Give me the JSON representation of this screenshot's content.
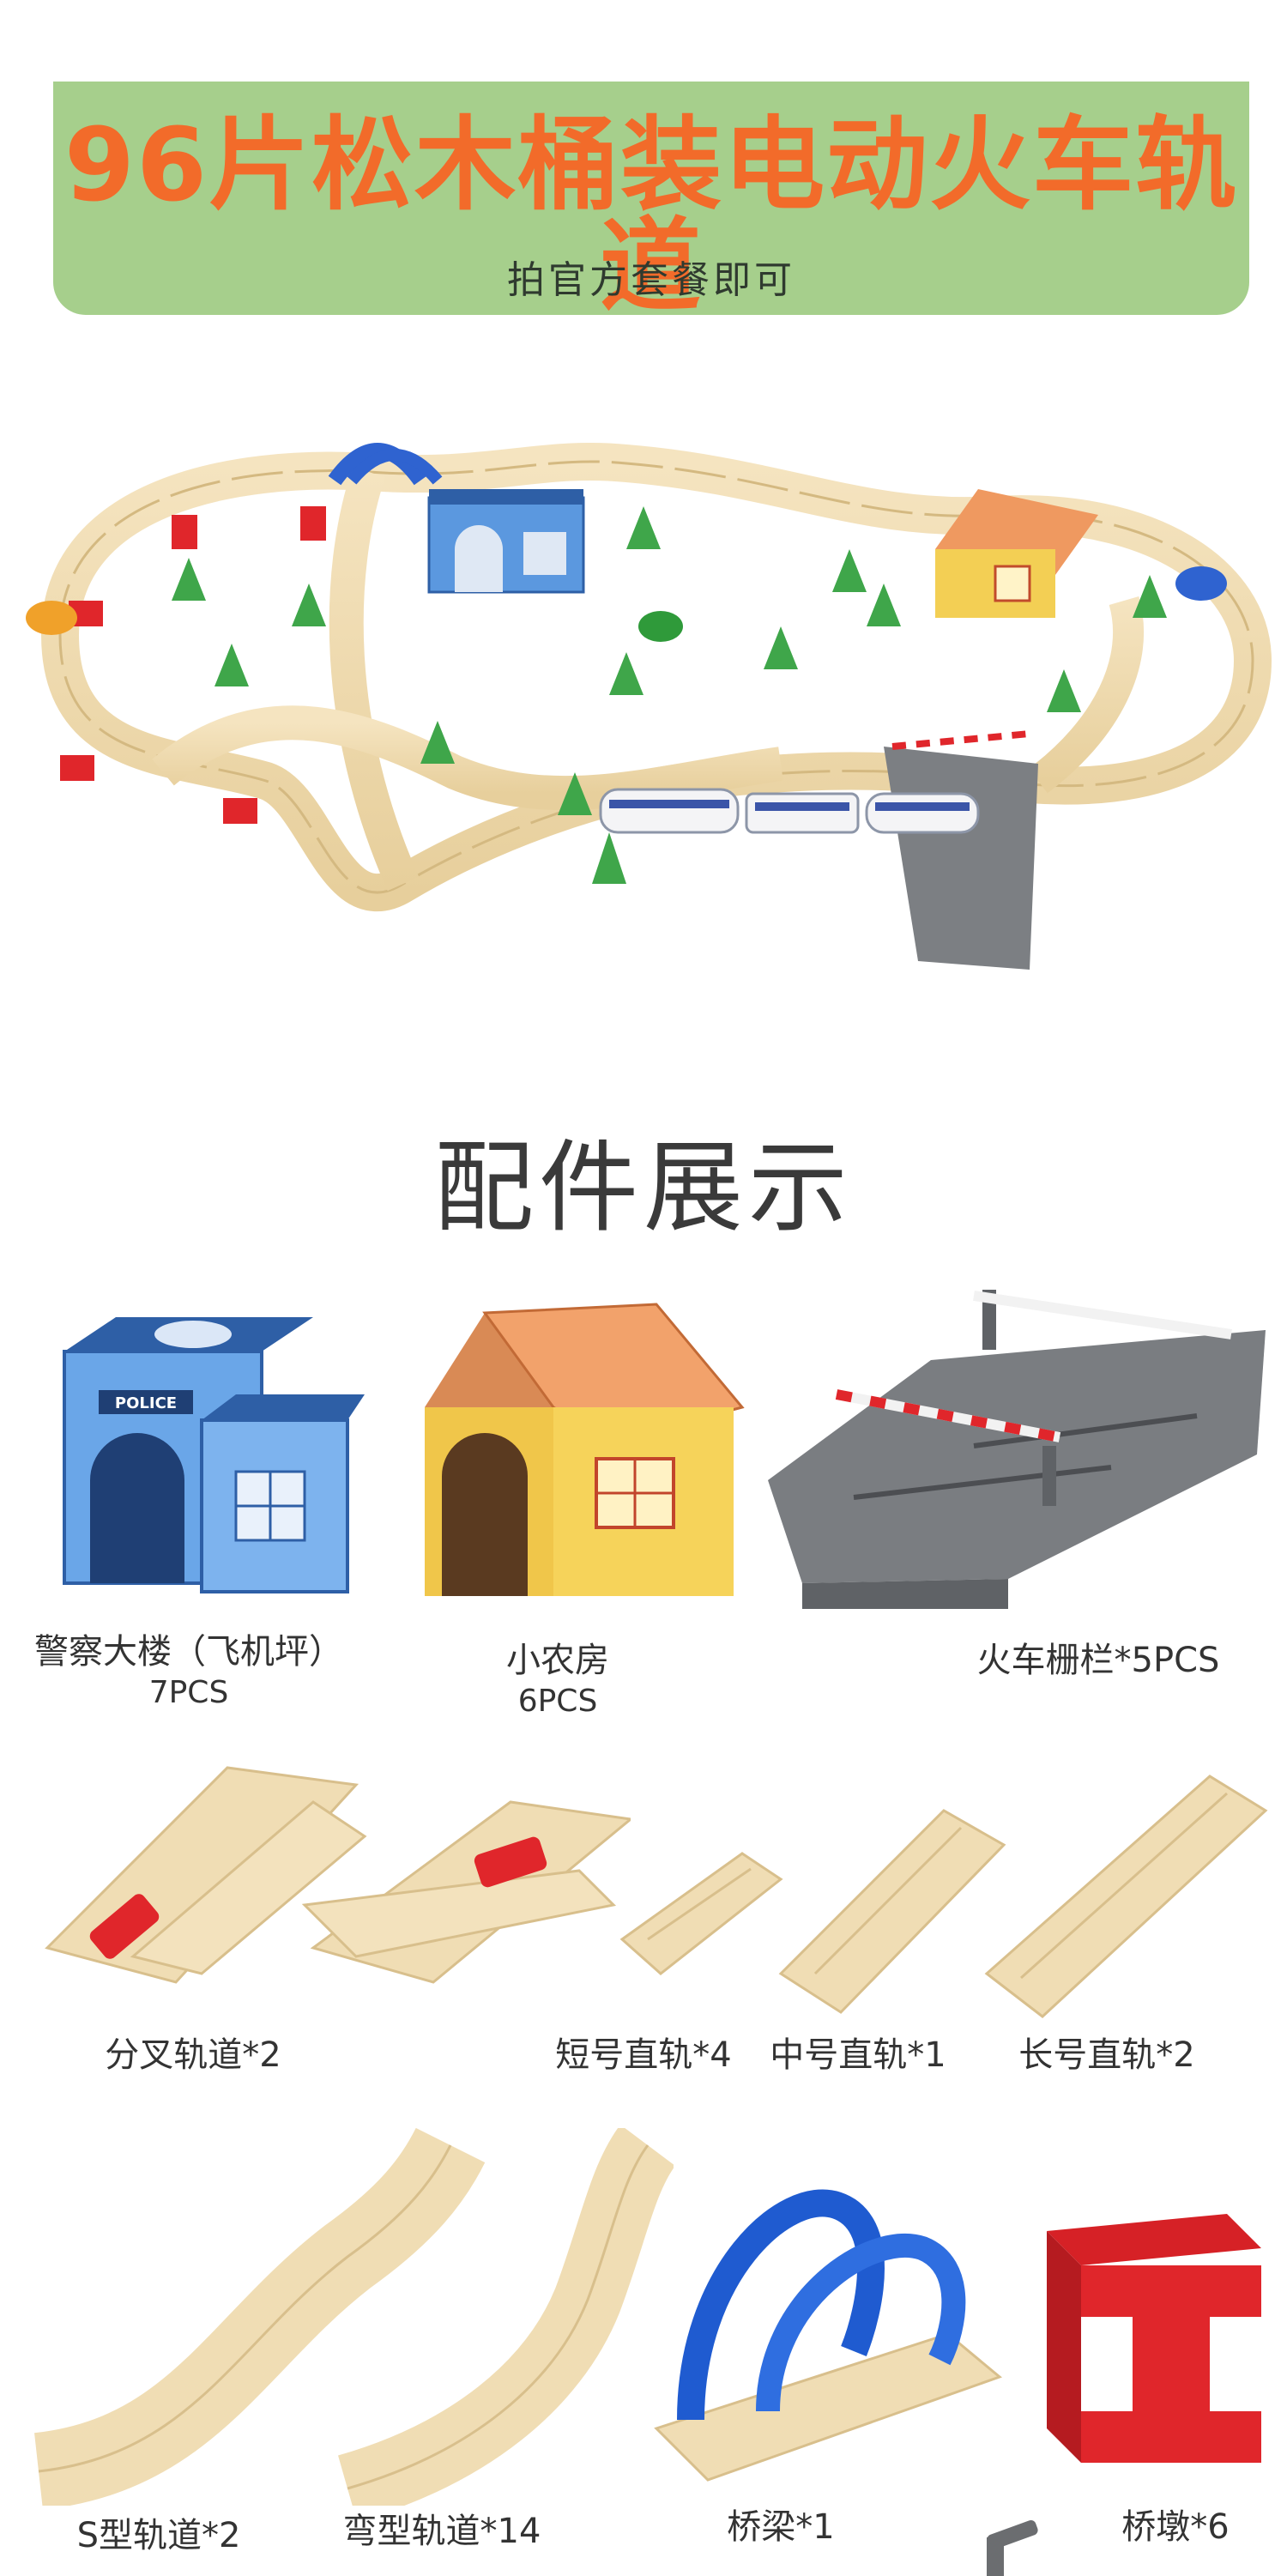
{
  "banner": {
    "title": "96片松木桶装电动火车轨道",
    "subtitle": "拍官方套餐即可"
  },
  "section_title": "配件展示",
  "parts": {
    "police_building": {
      "name": "警察大楼（飞机坪）",
      "qty": "7PCS",
      "sign": "POLICE"
    },
    "farm_house": {
      "name": "小农房",
      "qty": "6PCS"
    },
    "crossing": {
      "label": "火车栅栏*5PCS"
    },
    "switch_track": {
      "label": "分叉轨道*2"
    },
    "short_track": {
      "label": "短号直轨*4"
    },
    "mid_track": {
      "label": "中号直轨*1"
    },
    "long_track": {
      "label": "长号直轨*2"
    },
    "s_track": {
      "label": "S型轨道*2"
    },
    "curve_track": {
      "label": "弯型轨道*14"
    },
    "bridge": {
      "label": "桥梁*1"
    },
    "pier": {
      "label": "桥墩*6"
    }
  },
  "colors": {
    "banner_bg": "#a6cf8c",
    "title_orange": "#f26b2a",
    "wood": "#f0ddb4",
    "wood_edge": "#d8bf8c",
    "police_blue": "#4a86d4",
    "red": "#e0262b",
    "crossing_gray": "#6b6d70"
  },
  "icons": [
    "police-building-icon",
    "farm-house-icon",
    "crossing-icon",
    "switch-track-icon",
    "straight-track-icon",
    "curve-track-icon",
    "bridge-icon",
    "pier-icon",
    "train-icon",
    "tree-icon"
  ]
}
